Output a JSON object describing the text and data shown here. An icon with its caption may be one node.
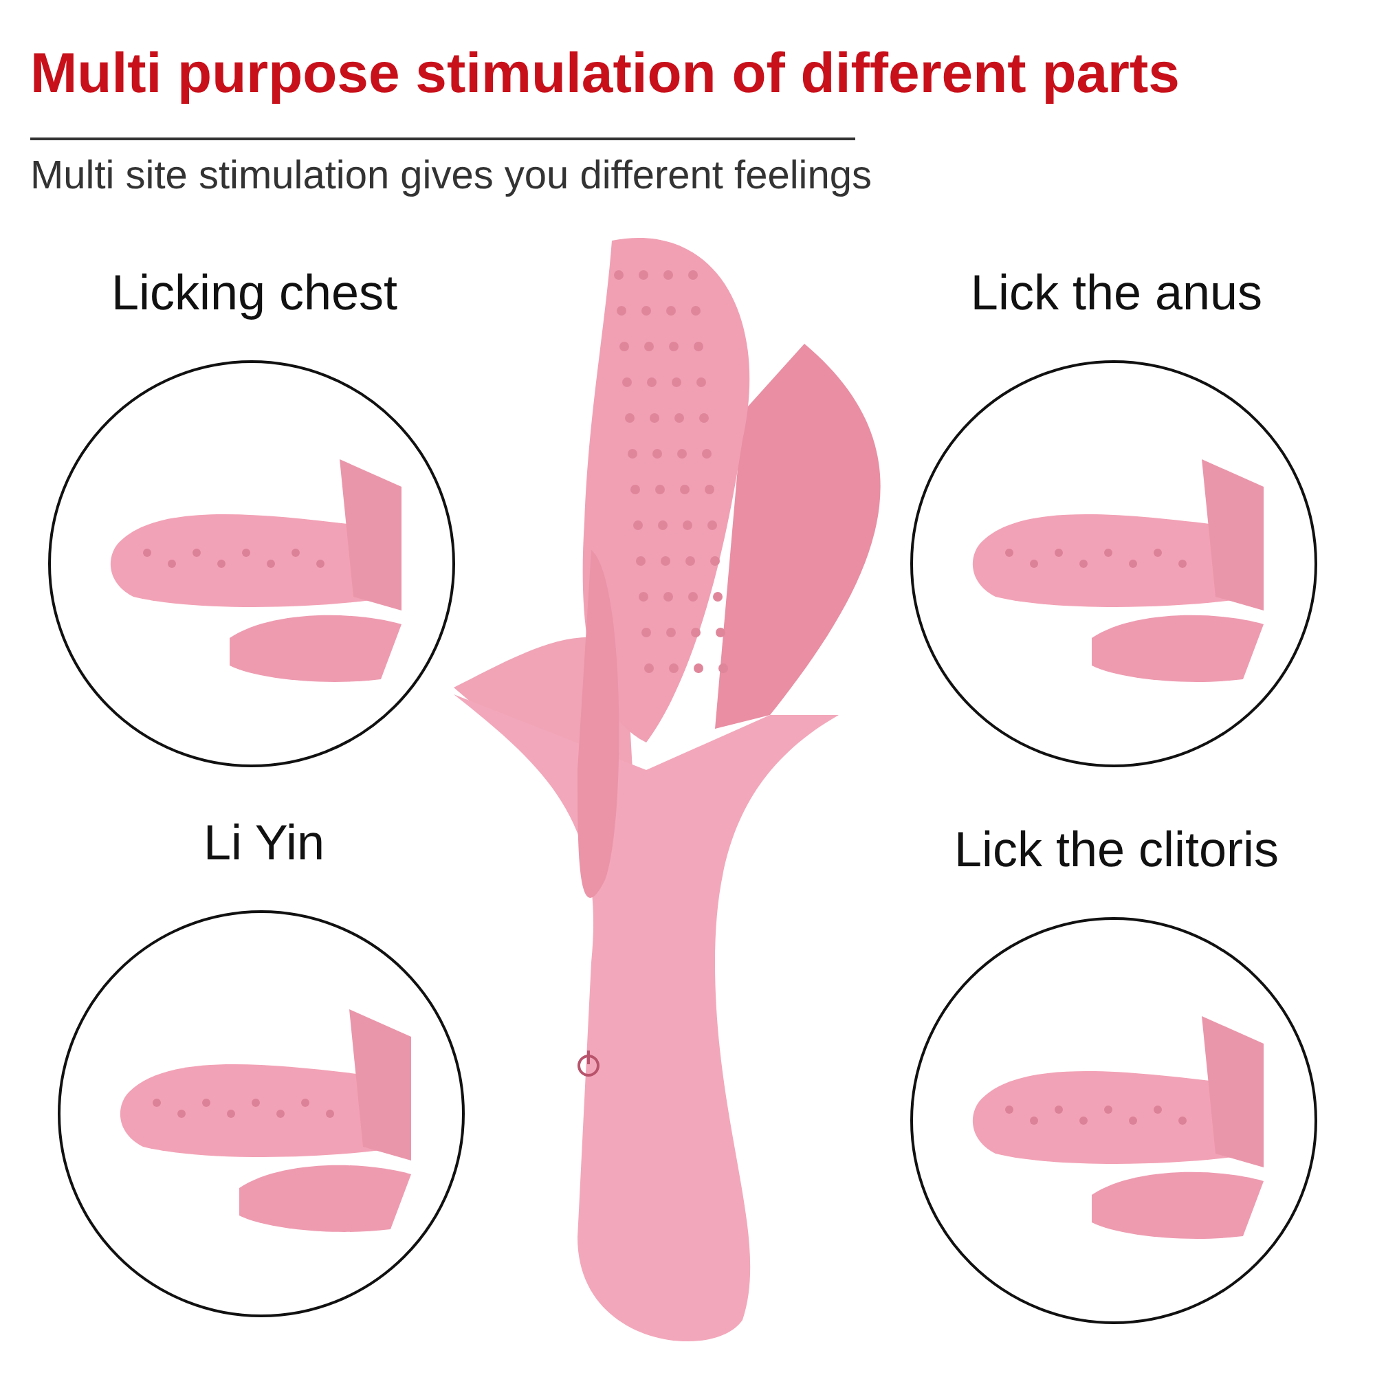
{
  "diagram": {
    "title": "Multi purpose stimulation of different parts",
    "nodes": [
      {
        "text": [
          "Licking chest"
        ]
      },
      {
        "text": [
          "Lick the anus"
        ]
      },
      {
        "text": [
          "Li Yin"
        ]
      },
      {
        "text": [
          "Lick the clitoris"
        ]
      }
    ],
    "labels": [
      "Multi site stimulation gives you different feelings"
    ]
  }
}
